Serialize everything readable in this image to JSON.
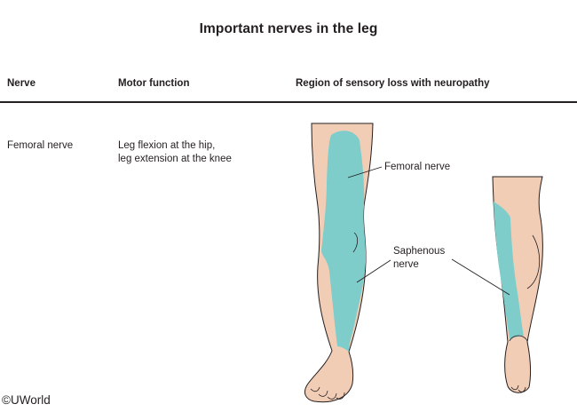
{
  "title": "Important nerves in the leg",
  "columns": {
    "nerve": "Nerve",
    "motor": "Motor function",
    "region": "Region of sensory loss with neuropathy"
  },
  "rows": [
    {
      "nerve": "Femoral nerve",
      "motor_line1": "Leg flexion at the hip,",
      "motor_line2": "leg extension at the knee"
    }
  ],
  "labels": {
    "femoral": "Femoral nerve",
    "saphenous_line1": "Saphenous",
    "saphenous_line2": "nerve"
  },
  "copyright": "©UWorld",
  "colors": {
    "skin": "#f2cdb6",
    "sensory_region": "#7fcdcb",
    "outline": "#231f20"
  }
}
